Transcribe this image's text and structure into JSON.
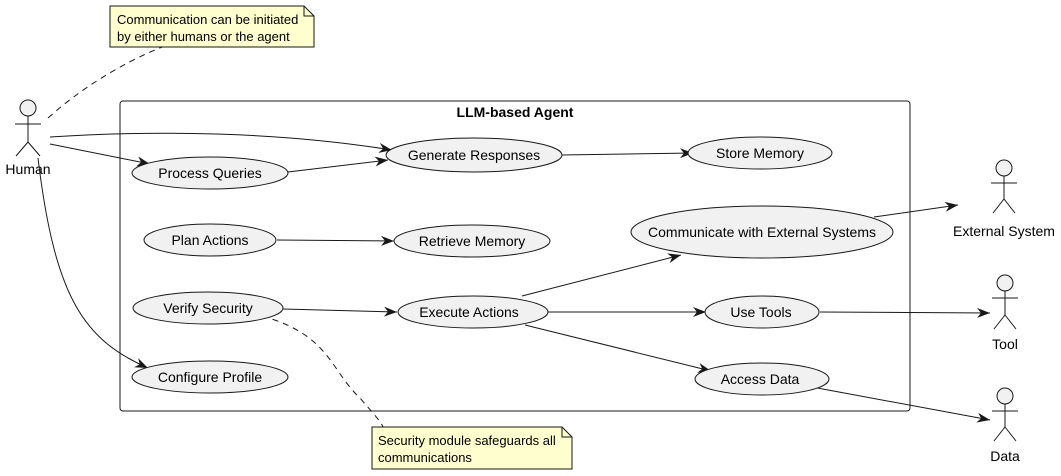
{
  "diagram": {
    "system_title": "LLM-based Agent",
    "actors": {
      "human": "Human",
      "external_system": "External System",
      "tool": "Tool",
      "data": "Data"
    },
    "use_cases": {
      "process_queries": "Process Queries",
      "generate_responses": "Generate Responses",
      "store_memory": "Store Memory",
      "plan_actions": "Plan Actions",
      "retrieve_memory": "Retrieve Memory",
      "communicate_external": "Communicate with External Systems",
      "verify_security": "Verify Security",
      "execute_actions": "Execute Actions",
      "use_tools": "Use Tools",
      "configure_profile": "Configure Profile",
      "access_data": "Access Data"
    },
    "notes": {
      "communication": [
        "Communication can be initiated",
        "by either humans or the agent"
      ],
      "security": [
        "Security module safeguards all",
        "communications"
      ]
    },
    "colors": {
      "use_case_fill": "#f1f1f1",
      "note_fill": "#fefece",
      "line": "#181818",
      "actor_fill": "#f1f1f1"
    }
  }
}
